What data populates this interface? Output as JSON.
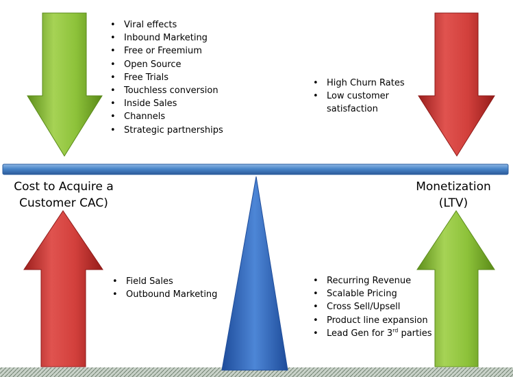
{
  "colors": {
    "green": "#7FB32E",
    "red": "#C8312F",
    "beam": "#4B87C8",
    "fulcrum": "#2E62B8",
    "ground": "#8A9A8A"
  },
  "top_left_factors": [
    "Viral effects",
    "Inbound Marketing",
    "Free or Freemium",
    "Open Source",
    "Free Trials",
    "Touchless conversion",
    "Inside Sales",
    "Channels",
    "Strategic partnerships"
  ],
  "top_right_factors": [
    "High Churn Rates",
    "Low customer",
    "satisfaction"
  ],
  "bottom_left_factors": [
    "Field Sales",
    "Outbound Marketing"
  ],
  "bottom_right_factors": [
    "Recurring Revenue",
    "Scalable Pricing",
    "Cross Sell/Upsell",
    "Product line expansion"
  ],
  "last_factor": {
    "before": "Lead Gen for 3",
    "sup": "rd",
    "after": " parties"
  },
  "left_label": {
    "line1": "Cost to Acquire a",
    "line2": "Customer CAC)"
  },
  "right_label": {
    "line1": "Monetization",
    "line2": "(LTV)"
  }
}
